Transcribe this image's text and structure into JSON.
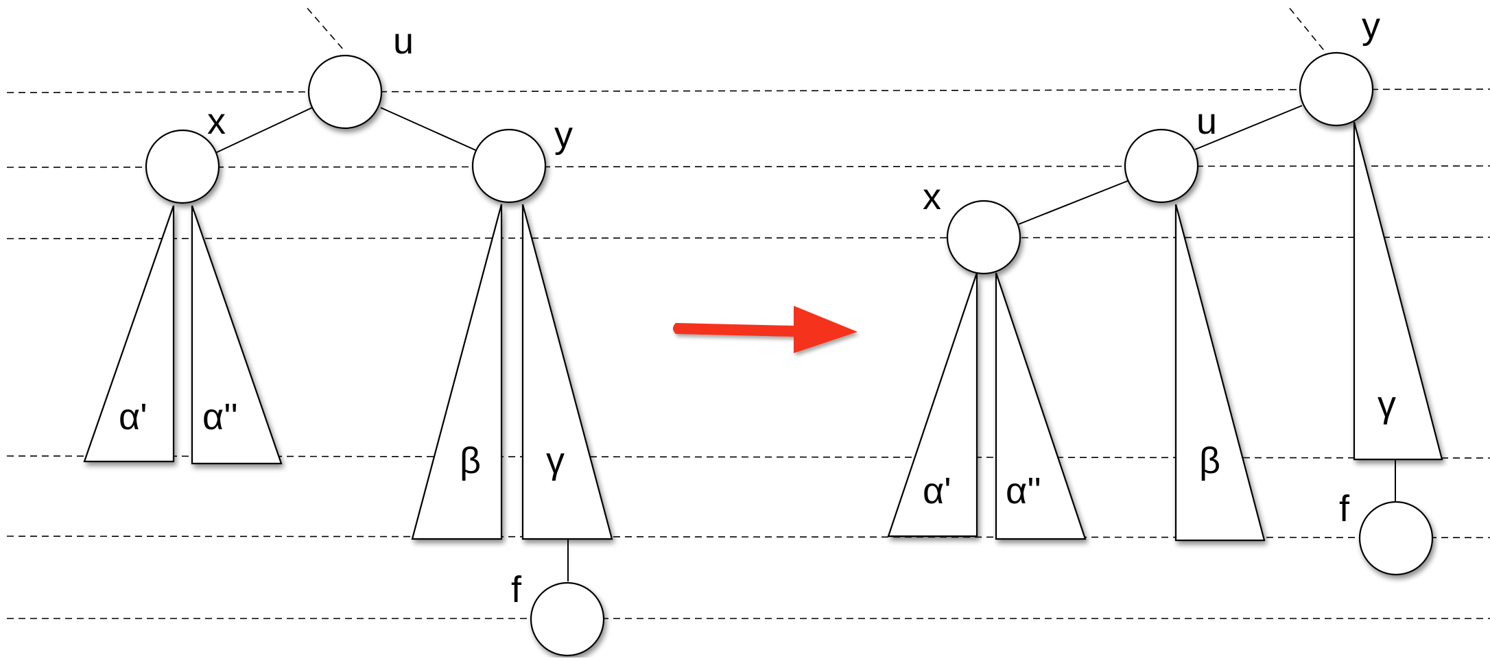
{
  "diagram": {
    "before": {
      "nodes": {
        "root": "u",
        "left": "x",
        "right": "y",
        "leaf": "f"
      },
      "subtrees": [
        "α'",
        "α''",
        "β",
        "γ"
      ]
    },
    "after": {
      "nodes": {
        "root": "y",
        "middle": "u",
        "left": "x",
        "leaf": "f"
      },
      "subtrees": [
        "α'",
        "α''",
        "β",
        "γ"
      ]
    },
    "arrow_color": "#f5301e"
  }
}
